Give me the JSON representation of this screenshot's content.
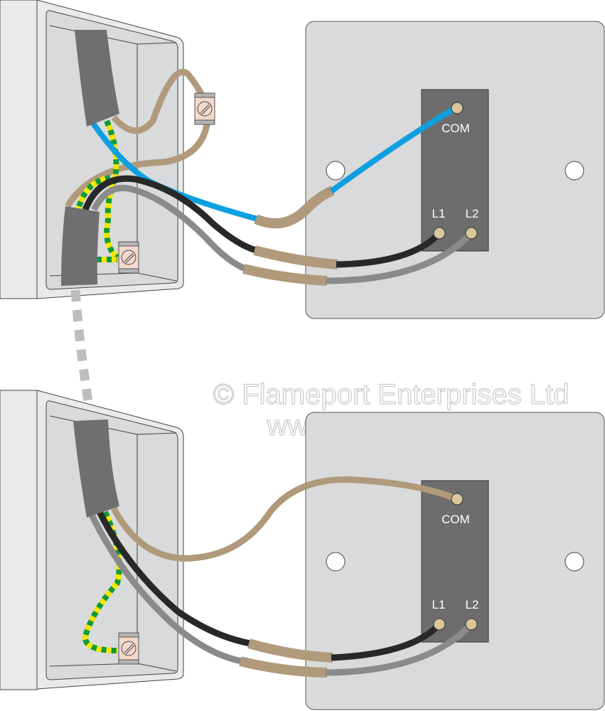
{
  "diagram": {
    "colors": {
      "brown": "#b09a7b",
      "blue": "#0d9fe0",
      "black": "#282828",
      "grey": "#8a8a8a",
      "earth_green": "#0f9a3c",
      "earth_yellow": "#f4e600",
      "plate": "#d9dadb",
      "mechanism": "#6d6d6d",
      "sheath": "#6f6f6f",
      "terminal": "#d9c69a"
    },
    "switches": [
      {
        "name": "top-switch",
        "terminals": {
          "com": "COM",
          "l1": "L1",
          "l2": "L2"
        }
      },
      {
        "name": "bottom-switch",
        "terminals": {
          "com": "COM",
          "l1": "L1",
          "l2": "L2"
        }
      }
    ],
    "watermark": {
      "line1": "© Flameport Enterprises Ltd",
      "line2": "www.flameport.com"
    }
  }
}
